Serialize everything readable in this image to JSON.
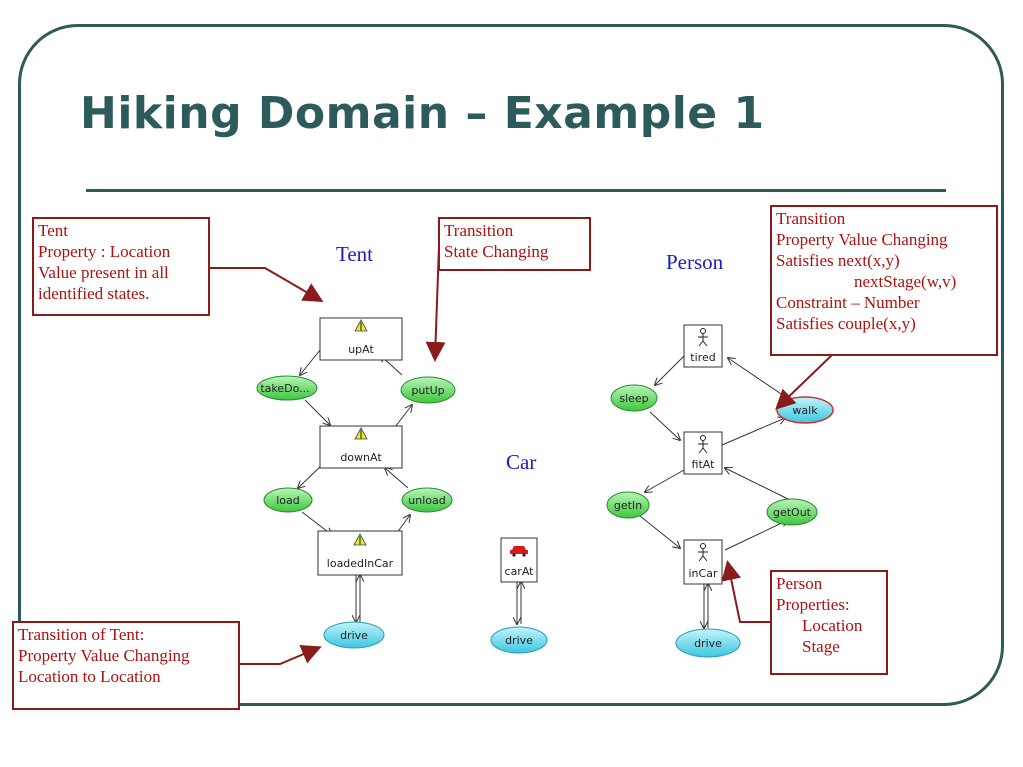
{
  "title": "Hiking Domain – Example 1",
  "groups": {
    "tent": "Tent",
    "person": "Person",
    "car": "Car"
  },
  "states": {
    "upAt": "upAt",
    "downAt": "downAt",
    "loadedInCar": "loadedInCar",
    "carAt": "carAt",
    "tired": "tired",
    "fitAt": "fitAt",
    "inCar": "inCar"
  },
  "transitions": {
    "takeDown": "takeDo...",
    "putUp": "putUp",
    "load": "load",
    "unload": "unload",
    "drive": "drive",
    "sleep": "sleep",
    "walk": "walk",
    "getIn": "getIn",
    "getOut": "getOut"
  },
  "callouts": {
    "tent_property": [
      "Tent",
      "Property : Location",
      "Value present in all",
      "identified states."
    ],
    "transition_state": [
      "Transition",
      "State Changing"
    ],
    "transition_person": [
      "Transition",
      "Property Value Changing",
      "Satisfies next(x,y)",
      "nextStage(w,v)",
      "Constraint – Number",
      "Satisfies couple(x,y)"
    ],
    "person_properties": [
      "Person",
      "Properties:",
      "Location",
      "Stage"
    ],
    "tent_transition": [
      "Transition of Tent:",
      "Property Value Changing",
      "Location to Location"
    ]
  },
  "colors": {
    "frame": "#2d5a5a",
    "callout_border": "#8b1a1a",
    "callout_text": "#b01010",
    "group_label": "#1a1acc",
    "transition_green": "#66dd66",
    "transition_cyan": "#6adcee"
  },
  "icons": {
    "tent_state": "tent-icon",
    "car_state": "car-icon",
    "person_state": "person-icon"
  }
}
